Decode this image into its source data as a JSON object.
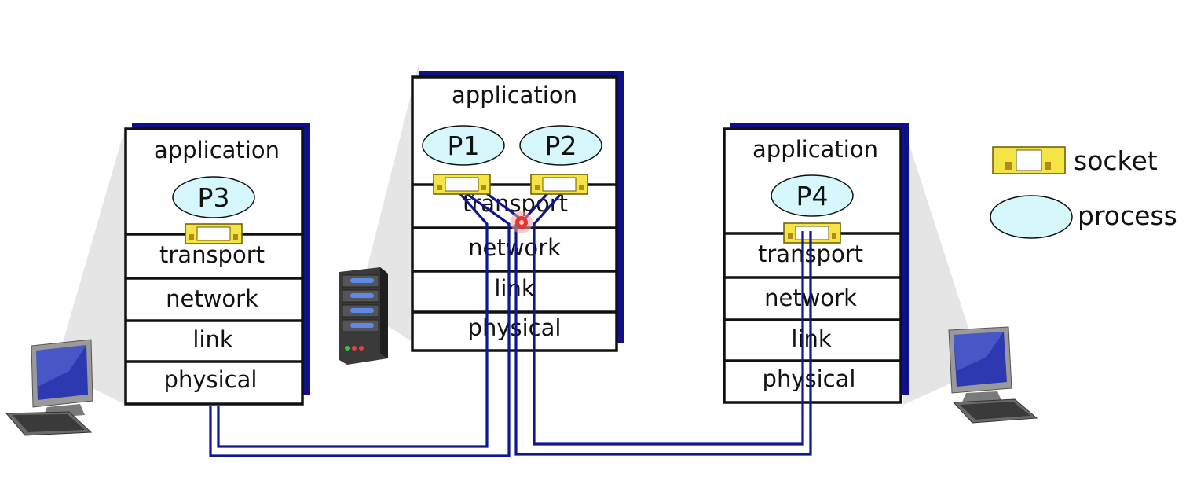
{
  "colors": {
    "stack_shadow": "#10108a",
    "stack_border": "#111111",
    "socket_fill": "#f5e445",
    "socket_border": "#6a5a00",
    "socket_stud": "#b08a1a",
    "process_fill": "#d6f7fb",
    "wire": "#0d1890",
    "cone": "#d9d9d9",
    "cursor": "#e8332e"
  },
  "stacks": {
    "left": {
      "layers": [
        "application",
        "transport",
        "network",
        "link",
        "physical"
      ],
      "process": "P3"
    },
    "middle": {
      "layers": [
        "application",
        "transport",
        "network",
        "link",
        "physical"
      ],
      "processes": [
        "P1",
        "P2"
      ]
    },
    "right": {
      "layers": [
        "application",
        "transport",
        "network",
        "link",
        "physical"
      ],
      "process": "P4"
    }
  },
  "legend": {
    "socket_label": "socket",
    "process_label": "process"
  },
  "icons": {
    "left_host": "desktop-computer-icon",
    "middle_host": "server-tower-icon",
    "right_host": "desktop-computer-icon"
  }
}
